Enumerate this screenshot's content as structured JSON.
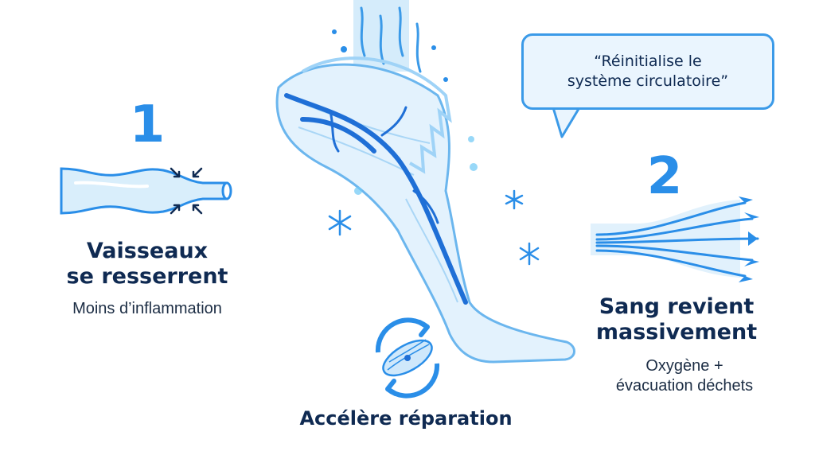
{
  "step1": {
    "number": "1",
    "title_line1": "Vaisseaux",
    "title_line2": "se resserrent",
    "subtitle": "Moins d’inflammation"
  },
  "step2": {
    "number": "2",
    "title_line1": "Sang revient",
    "title_line2": "massivement",
    "subtitle_line1": "Oxygène +",
    "subtitle_line2": "évacuation déchets"
  },
  "quote": {
    "line1": "“Réinitialise le",
    "line2": "système circulatoire”"
  },
  "repair": {
    "title": "Accélère réparation"
  },
  "colors": {
    "accent": "#2a8ee8",
    "dark_text": "#0f2a52",
    "ice": "#bfe3fa",
    "vein": "#1f6fd6"
  },
  "icons": [
    "constricted-vessel-icon",
    "dilated-vessel-icon",
    "leg-icon",
    "snowflake-icon",
    "muscle-repair-icon",
    "speech-bubble-icon"
  ]
}
